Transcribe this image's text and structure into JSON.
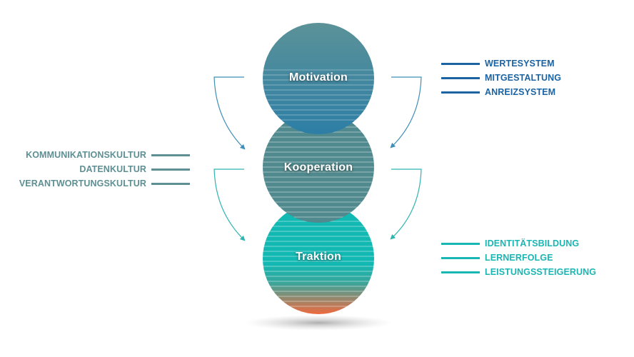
{
  "colors": {
    "motivation_top": "#5b9298",
    "motivation_bottom": "#2d7ea6",
    "kooperation": "#508a8e",
    "traktion_top": "#12b8b2",
    "traktion_bottom": "#ef6a3f",
    "blue_list": "#1b63a3",
    "teal_grey_list": "#5e8f93",
    "cyan_list": "#1ab6b3",
    "arrow_blue": "#3f8fb8",
    "arrow_teal": "#2fb4b1"
  },
  "circles": [
    {
      "id": "motivation",
      "label": "Motivation"
    },
    {
      "id": "kooperation",
      "label": "Kooperation"
    },
    {
      "id": "traktion",
      "label": "Traktion"
    }
  ],
  "lists": {
    "motivation": [
      "WERTESYSTEM",
      "MITGESTALTUNG",
      "ANREIZSYSTEM"
    ],
    "kooperation": [
      "KOMMUNIKATIONSKULTUR",
      "DATENKULTUR",
      "VERANTWORTUNGSKULTUR"
    ],
    "traktion": [
      "IDENTITÄTSBILDUNG",
      "LERNERFOLGE",
      "LEISTUNGSSTEIGERUNG"
    ]
  }
}
